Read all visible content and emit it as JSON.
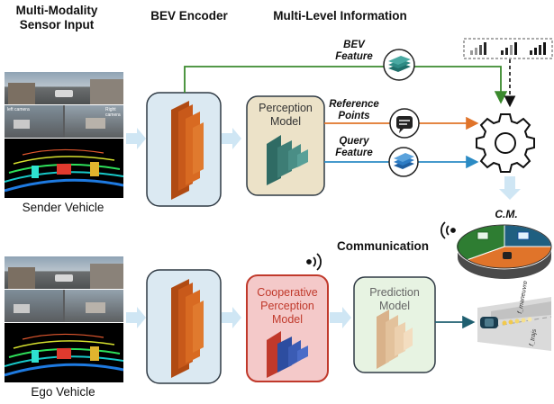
{
  "headers": {
    "sensor_input": [
      "Multi-Modality",
      "Sensor Input"
    ],
    "bev_encoder": "BEV Encoder",
    "multi_level": "Multi-Level Information"
  },
  "vehicles": {
    "sender": "Sender Vehicle",
    "ego": "Ego Vehicle"
  },
  "camera_tags": {
    "left": "left camera",
    "right": "Right camera"
  },
  "features": {
    "bev": [
      "BEV",
      "Feature"
    ],
    "reference": [
      "Reference",
      "Points"
    ],
    "query": [
      "Query",
      "Feature"
    ]
  },
  "models": {
    "perception": [
      "Perception",
      "Model"
    ],
    "cooperative": [
      "Cooperative",
      "Perception",
      "Model"
    ],
    "prediction": [
      "Prediction",
      "Model"
    ]
  },
  "communication": "Communication",
  "cm_label": "C.M.",
  "trajectory_labels": {
    "maneuver": "f_maneuvre",
    "traj": "f_trajs"
  },
  "colors": {
    "bev_arrow": "#3b8a2e",
    "reference_arrow": "#e0742a",
    "query_arrow": "#2b8bc4",
    "flow_arrow": "#cfe6f4",
    "encoder_box": "#dbe9f2",
    "perception_box": "#ece2c8",
    "cooperative_box": "#f4c9c9",
    "cooperative_border": "#c0392b",
    "prediction_box": "#e7f3e2"
  }
}
